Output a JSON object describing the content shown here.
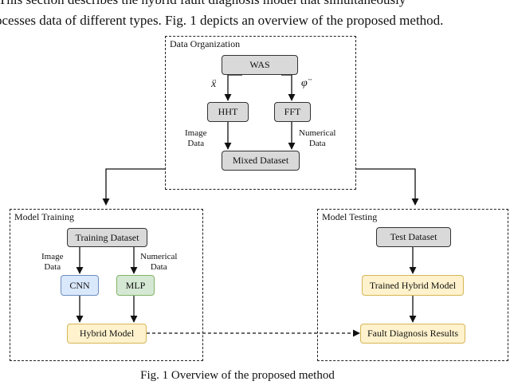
{
  "intro": {
    "line1": "This section describes the hybrid fault diagnosis model that simultaneously",
    "line2": "ocesses data of different types. Fig. 1 depicts an overview of the proposed method."
  },
  "diagram": {
    "data_organization": {
      "title": "Data Organization",
      "was": "WAS",
      "sym_left": "ẍ",
      "sym_right": "φ̈",
      "hht": "HHT",
      "fft": "FFT",
      "image_label": "Image\nData",
      "numerical_label": "Numerical\nData",
      "mixed": "Mixed Dataset"
    },
    "model_training": {
      "title": "Model Training",
      "training": "Training Dataset",
      "image_label": "Image\nData",
      "numerical_label": "Numerical\nData",
      "cnn": "CNN",
      "mlp": "MLP",
      "hybrid": "Hybrid Model"
    },
    "model_testing": {
      "title": "Model Testing",
      "test": "Test Dataset",
      "trained": "Trained Hybrid Model",
      "fault": "Fault Diagnosis Results"
    },
    "colors": {
      "gray_fill": "#d9d9d9",
      "blue_fill": "#dae8fc",
      "green_fill": "#d5e8d4",
      "yellow_fill": "#fff2cc"
    }
  },
  "caption": "Fig. 1 Overview of the proposed method"
}
